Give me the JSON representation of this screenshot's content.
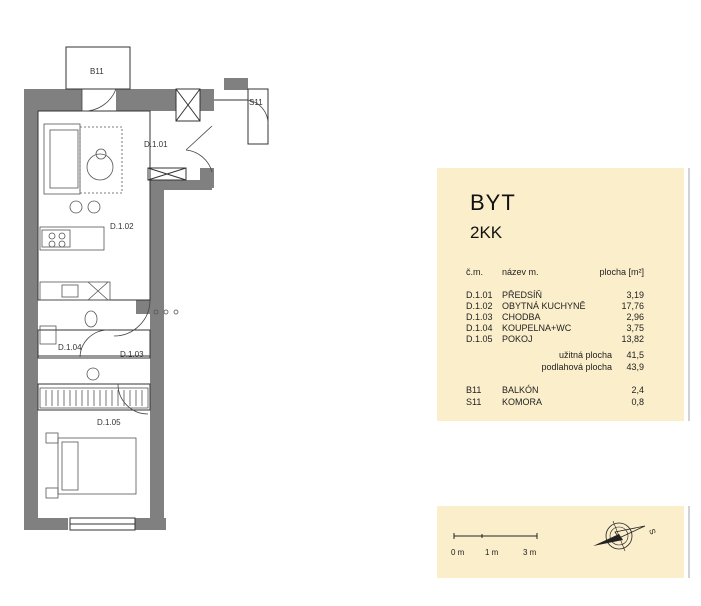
{
  "unit": {
    "title": "BYT",
    "subtitle": "2KK"
  },
  "table": {
    "headers": {
      "code": "č.m.",
      "name": "název m.",
      "area": "plocha [m²]"
    },
    "rooms": [
      {
        "code": "D.1.01",
        "name": "PŘEDSÍŇ",
        "area": "3,19"
      },
      {
        "code": "D.1.02",
        "name": "OBYTNÁ  KUCHYNĚ",
        "area": "17,76"
      },
      {
        "code": "D.1.03",
        "name": "CHODBA",
        "area": "2,96"
      },
      {
        "code": "D.1.04",
        "name": "KOUPELNA+WC",
        "area": "3,75"
      },
      {
        "code": "D.1.05",
        "name": "POKOJ",
        "area": "13,82"
      }
    ],
    "totals": [
      {
        "label": "užitná plocha",
        "value": "41,5"
      },
      {
        "label": "podlahová plocha",
        "value": "43,9"
      }
    ],
    "extras": [
      {
        "code": "B11",
        "name": "BALKÓN",
        "area": "2,4"
      },
      {
        "code": "S11",
        "name": "KOMORA",
        "area": "0,8"
      }
    ]
  },
  "plan_labels": {
    "balcony": "B11",
    "storage": "S11",
    "hall": "D.1.01",
    "living": "D.1.02",
    "corridor": "D.1.03",
    "bath": "D.1.04",
    "bedroom": "D.1.05"
  },
  "scale": {
    "mark0": "0 m",
    "mark1": "1 m",
    "mark3": "3 m"
  },
  "compass": {
    "letter": "S"
  },
  "colors": {
    "panel": "#fbeecb",
    "wall": "#808080",
    "line": "#333333"
  }
}
